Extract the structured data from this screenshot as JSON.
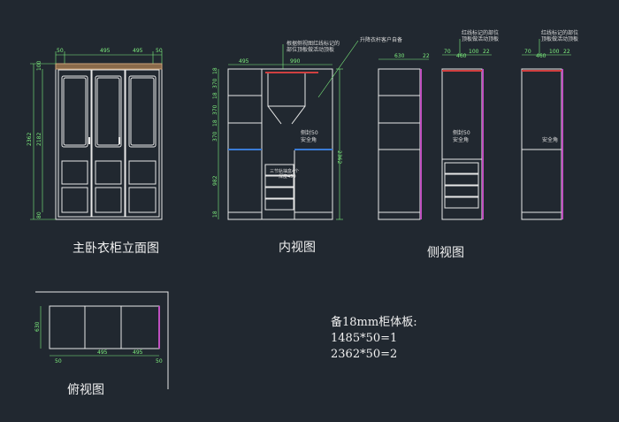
{
  "titles": {
    "front": "主卧衣柜立面图",
    "inner": "内视图",
    "side": "侧视图",
    "top": "俯视图"
  },
  "board_note": {
    "line1": "备18mm柜体板:",
    "line2": "1485*50=1",
    "line3": "2362*50=2"
  },
  "dims": {
    "front_top": [
      "50",
      "495",
      "495",
      "50"
    ],
    "front_left_outer": "2362",
    "front_left_inner": "2182",
    "front_left_top": "100",
    "front_left_bottom": "80",
    "inner_top_left": "495",
    "inner_top_right": "990",
    "inner_right": "2362",
    "inner_left": [
      "18",
      "370",
      "18",
      "370",
      "18",
      "370",
      "982",
      "18"
    ],
    "side1_top": [
      "630",
      "22"
    ],
    "side2_top": [
      "70",
      "460",
      "100",
      "22"
    ],
    "side3_top": [
      "70",
      "460",
      "100",
      "22"
    ],
    "top_view_left": "630",
    "top_view_bottom": [
      "50",
      "495",
      "495",
      "50"
    ]
  },
  "notes": {
    "red_note_1": "根据侧视图红线标记的",
    "red_note_2": "部位顶板做活动顶板",
    "lift_rod": "升降衣杆客户自备",
    "side_note_1": "红线标记的部位",
    "side_note_2": "顶板做活动顶板",
    "side_note_3": "红线标记的部位",
    "side_note_4": "顶板做活动顶板",
    "safe_label": "安全角",
    "side_plate": "侧封50",
    "drawer_note": "三节轨抽盒4个",
    "drawer_depth": "深度450"
  }
}
